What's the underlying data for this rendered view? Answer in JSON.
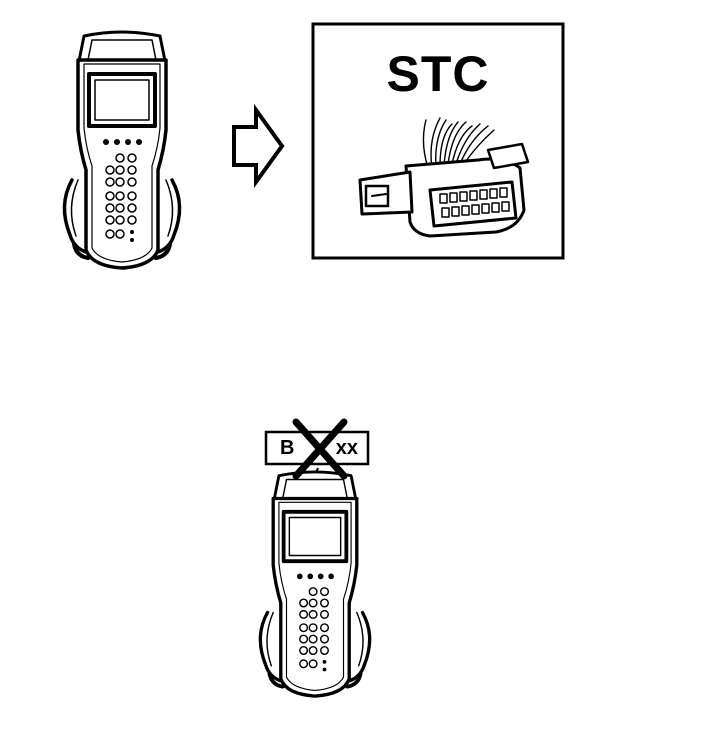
{
  "connector_panel": {
    "label": "STC"
  },
  "code_box": {
    "prefix": "B",
    "suffix": "xx"
  },
  "icons": {
    "scan_tool_top": "scan-tool-icon",
    "arrow": "arrow-right-icon",
    "connector": "dlc-connector-icon",
    "scan_tool_bottom": "scan-tool-icon",
    "prohibited": "cross-icon"
  },
  "colors": {
    "ink": "#000000",
    "paper": "#ffffff"
  }
}
